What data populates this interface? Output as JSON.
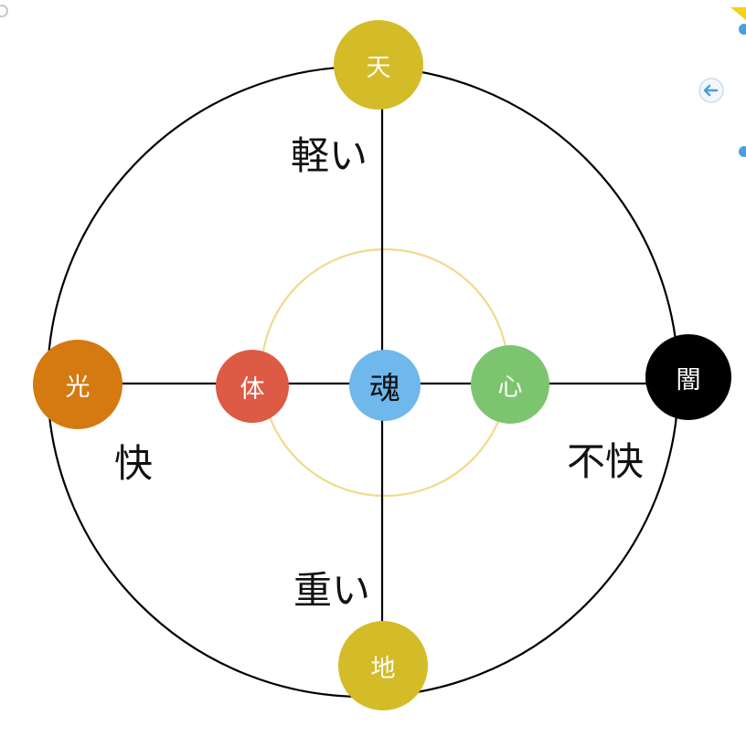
{
  "nodes": {
    "top": {
      "label": "天",
      "color": "#D4BB28"
    },
    "bottom": {
      "label": "地",
      "color": "#D4BB28"
    },
    "left": {
      "label": "光",
      "color": "#D47A10"
    },
    "right": {
      "label": "闇",
      "color": "#000000"
    },
    "body": {
      "label": "体",
      "color": "#DD5A45"
    },
    "soul": {
      "label": "魂",
      "color": "#6FB8EC",
      "text_color": "#111111"
    },
    "heart": {
      "label": "心",
      "color": "#7DC46E"
    }
  },
  "quadrant_labels": {
    "upper": "軽い",
    "lower": "重い",
    "left": "快",
    "right": "不快"
  },
  "colors": {
    "outer_circle": "#000000",
    "inner_circle": "#F0DA8C",
    "axes": "#000000",
    "ui_accent": "#4A9EDC",
    "ui_corner": "#F2D21A"
  }
}
